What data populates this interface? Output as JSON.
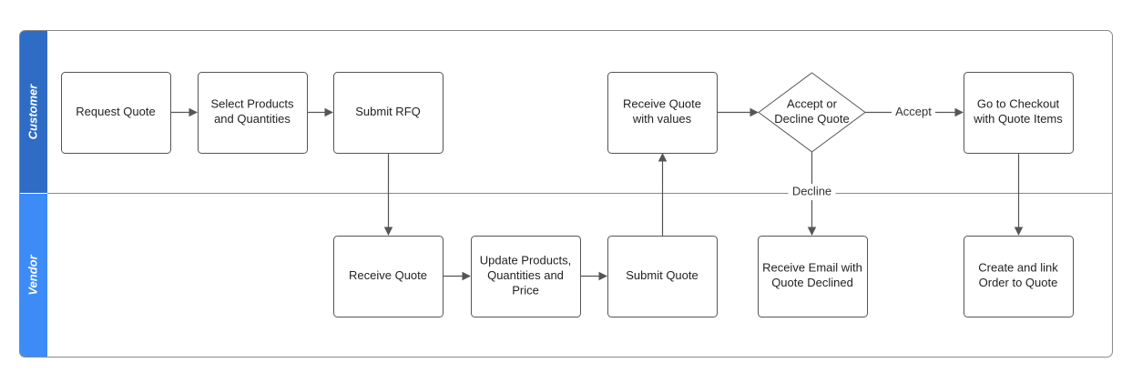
{
  "diagram": {
    "lanes": [
      {
        "id": "customer",
        "label": "Customer",
        "color": "#2f6cc5"
      },
      {
        "id": "vendor",
        "label": "Vendor",
        "color": "#3d8bf7"
      }
    ],
    "nodes": [
      {
        "id": "request_quote",
        "label": "Request Quote",
        "shape": "process"
      },
      {
        "id": "select_products",
        "label": "Select Products and Quantities",
        "shape": "process"
      },
      {
        "id": "submit_rfq",
        "label": "Submit RFQ",
        "shape": "process"
      },
      {
        "id": "receive_quote_values",
        "label": "Receive Quote with values",
        "shape": "process"
      },
      {
        "id": "accept_decline",
        "label": "Accept or Decline Quote",
        "shape": "decision"
      },
      {
        "id": "checkout",
        "label": "Go to Checkout with Quote Items",
        "shape": "process"
      },
      {
        "id": "receive_quote",
        "label": "Receive Quote",
        "shape": "process"
      },
      {
        "id": "update_products",
        "label": "Update Products, Quantities and Price",
        "shape": "process"
      },
      {
        "id": "submit_quote",
        "label": "Submit Quote",
        "shape": "process"
      },
      {
        "id": "receive_email",
        "label": "Receive Email with Quote Declined",
        "shape": "process"
      },
      {
        "id": "create_order",
        "label": "Create and link Order to Quote",
        "shape": "process"
      }
    ],
    "edges": [
      {
        "from": "request_quote",
        "to": "select_products",
        "label": ""
      },
      {
        "from": "select_products",
        "to": "submit_rfq",
        "label": ""
      },
      {
        "from": "submit_rfq",
        "to": "receive_quote",
        "label": ""
      },
      {
        "from": "receive_quote",
        "to": "update_products",
        "label": ""
      },
      {
        "from": "update_products",
        "to": "submit_quote",
        "label": ""
      },
      {
        "from": "submit_quote",
        "to": "receive_quote_values",
        "label": ""
      },
      {
        "from": "receive_quote_values",
        "to": "accept_decline",
        "label": ""
      },
      {
        "from": "accept_decline",
        "to": "checkout",
        "label": "Accept"
      },
      {
        "from": "accept_decline",
        "to": "receive_email",
        "label": "Decline"
      },
      {
        "from": "checkout",
        "to": "create_order",
        "label": ""
      }
    ]
  },
  "colors": {
    "border": "#8a8a8a",
    "node_stroke": "#555555",
    "arrow": "#555555"
  }
}
